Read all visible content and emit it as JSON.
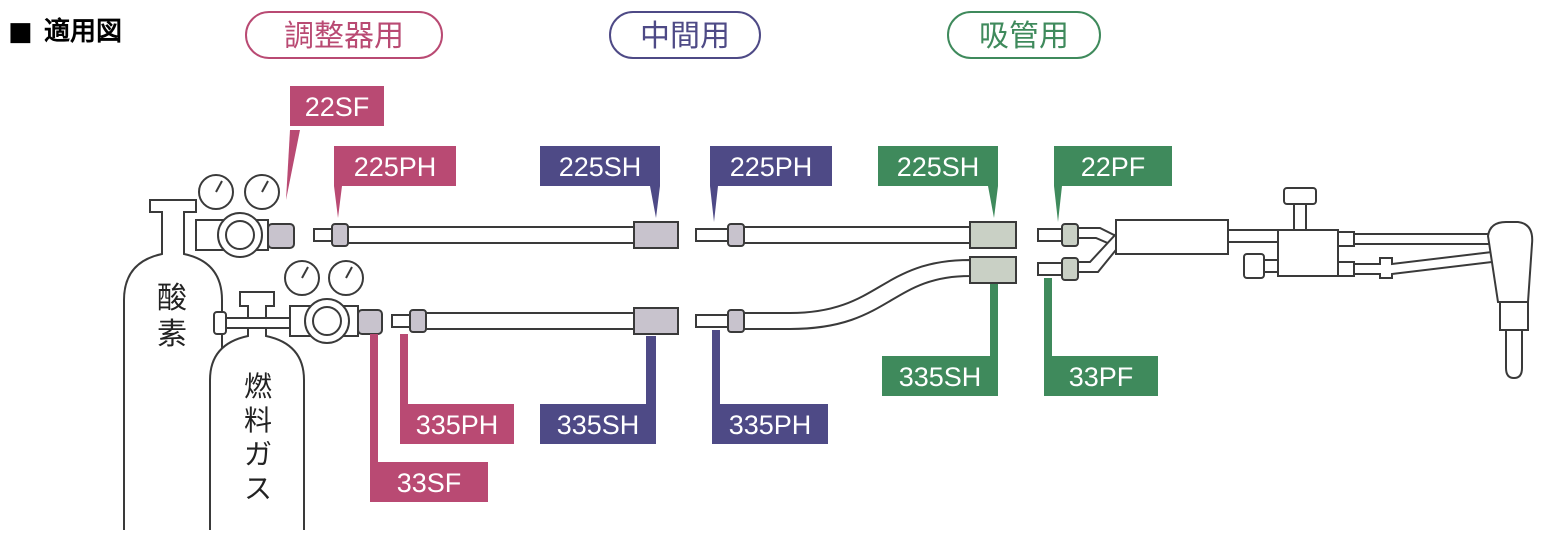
{
  "heading": {
    "marker": "■",
    "title": "適用図"
  },
  "categories": {
    "regulator": "調整器用",
    "middle": "中間用",
    "torch": "吸管用"
  },
  "cylinders": {
    "oxygen": [
      "酸",
      "素"
    ],
    "fuel": [
      "燃",
      "料",
      "ガ",
      "ス"
    ]
  },
  "labels": {
    "l22SF": "22SF",
    "l225PH_reg": "225PH",
    "l225SH_mid": "225SH",
    "l225PH_mid": "225PH",
    "l225SH_torch": "225SH",
    "l22PF": "22PF",
    "l335PH_reg": "335PH",
    "l33SF": "33SF",
    "l335SH_mid": "335SH",
    "l335PH_mid": "335PH",
    "l335SH_torch": "335SH",
    "l33PF": "33PF"
  },
  "colors": {
    "regulator": "#b94a73",
    "middle": "#4e4a86",
    "torch": "#3f8a5c",
    "outline": "#3a3a3a"
  }
}
